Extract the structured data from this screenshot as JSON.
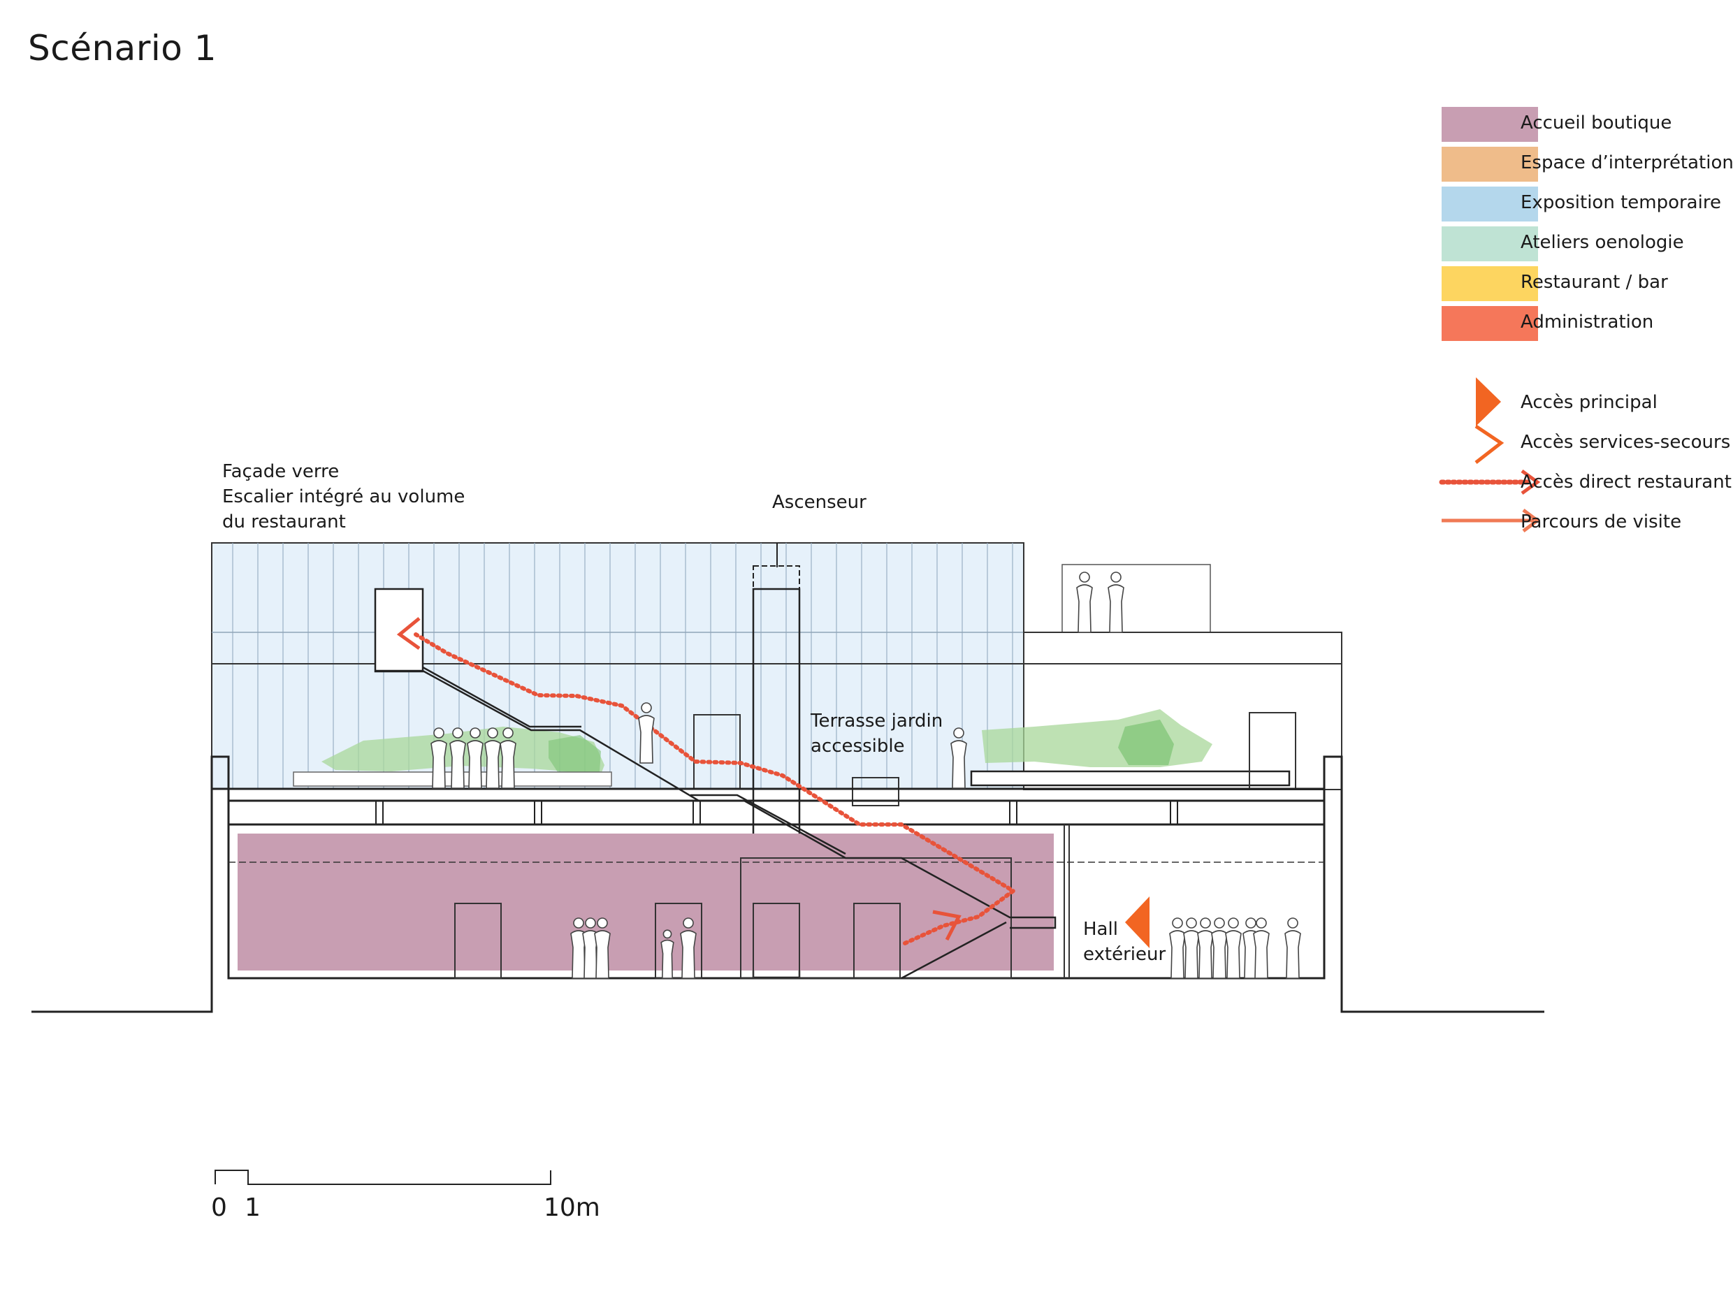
{
  "title": "Scénario 1",
  "legend": {
    "zones": [
      {
        "label": "Accueil boutique",
        "color": "#C89EB2"
      },
      {
        "label": "Espace d’interprétation",
        "color": "#EFBC8A"
      },
      {
        "label": "Exposition temporaire",
        "color": "#B4D7EC"
      },
      {
        "label": "Ateliers oenologie",
        "color": "#BFE3D4"
      },
      {
        "label": "Restaurant / bar",
        "color": "#FDD560"
      },
      {
        "label": "Administration",
        "color": "#F5775A"
      }
    ],
    "symbols": [
      {
        "label": "Accès principal",
        "icon": "main-access-flag-icon",
        "color": "#F26522"
      },
      {
        "label": "Accès services-secours",
        "icon": "service-access-chevron-icon",
        "color": "#F26522"
      },
      {
        "label": "Accès direct restaurant",
        "icon": "dotted-arrow-icon",
        "color": "#E8533A"
      },
      {
        "label": "Parcours de visite",
        "icon": "solid-arrow-icon",
        "color": "#F07A55"
      }
    ]
  },
  "annotations": {
    "facade_line1": "Façade verre",
    "facade_line2": "Escalier intégré au volume",
    "facade_line3": "du restaurant",
    "elevator": "Ascenseur",
    "terrace_line1": "Terrasse jardin",
    "terrace_line2": "accessible",
    "hall_line1": "Hall",
    "hall_line2": "extérieur"
  },
  "scale": {
    "zero": "0",
    "one": "1",
    "ten": "10m"
  },
  "colors": {
    "glass": "#E6F1FA",
    "glass_lines": "#9AB0C4",
    "green": "#A8D79A",
    "green_dark": "#7CC374",
    "route": "#E8533A",
    "access": "#F26522"
  }
}
